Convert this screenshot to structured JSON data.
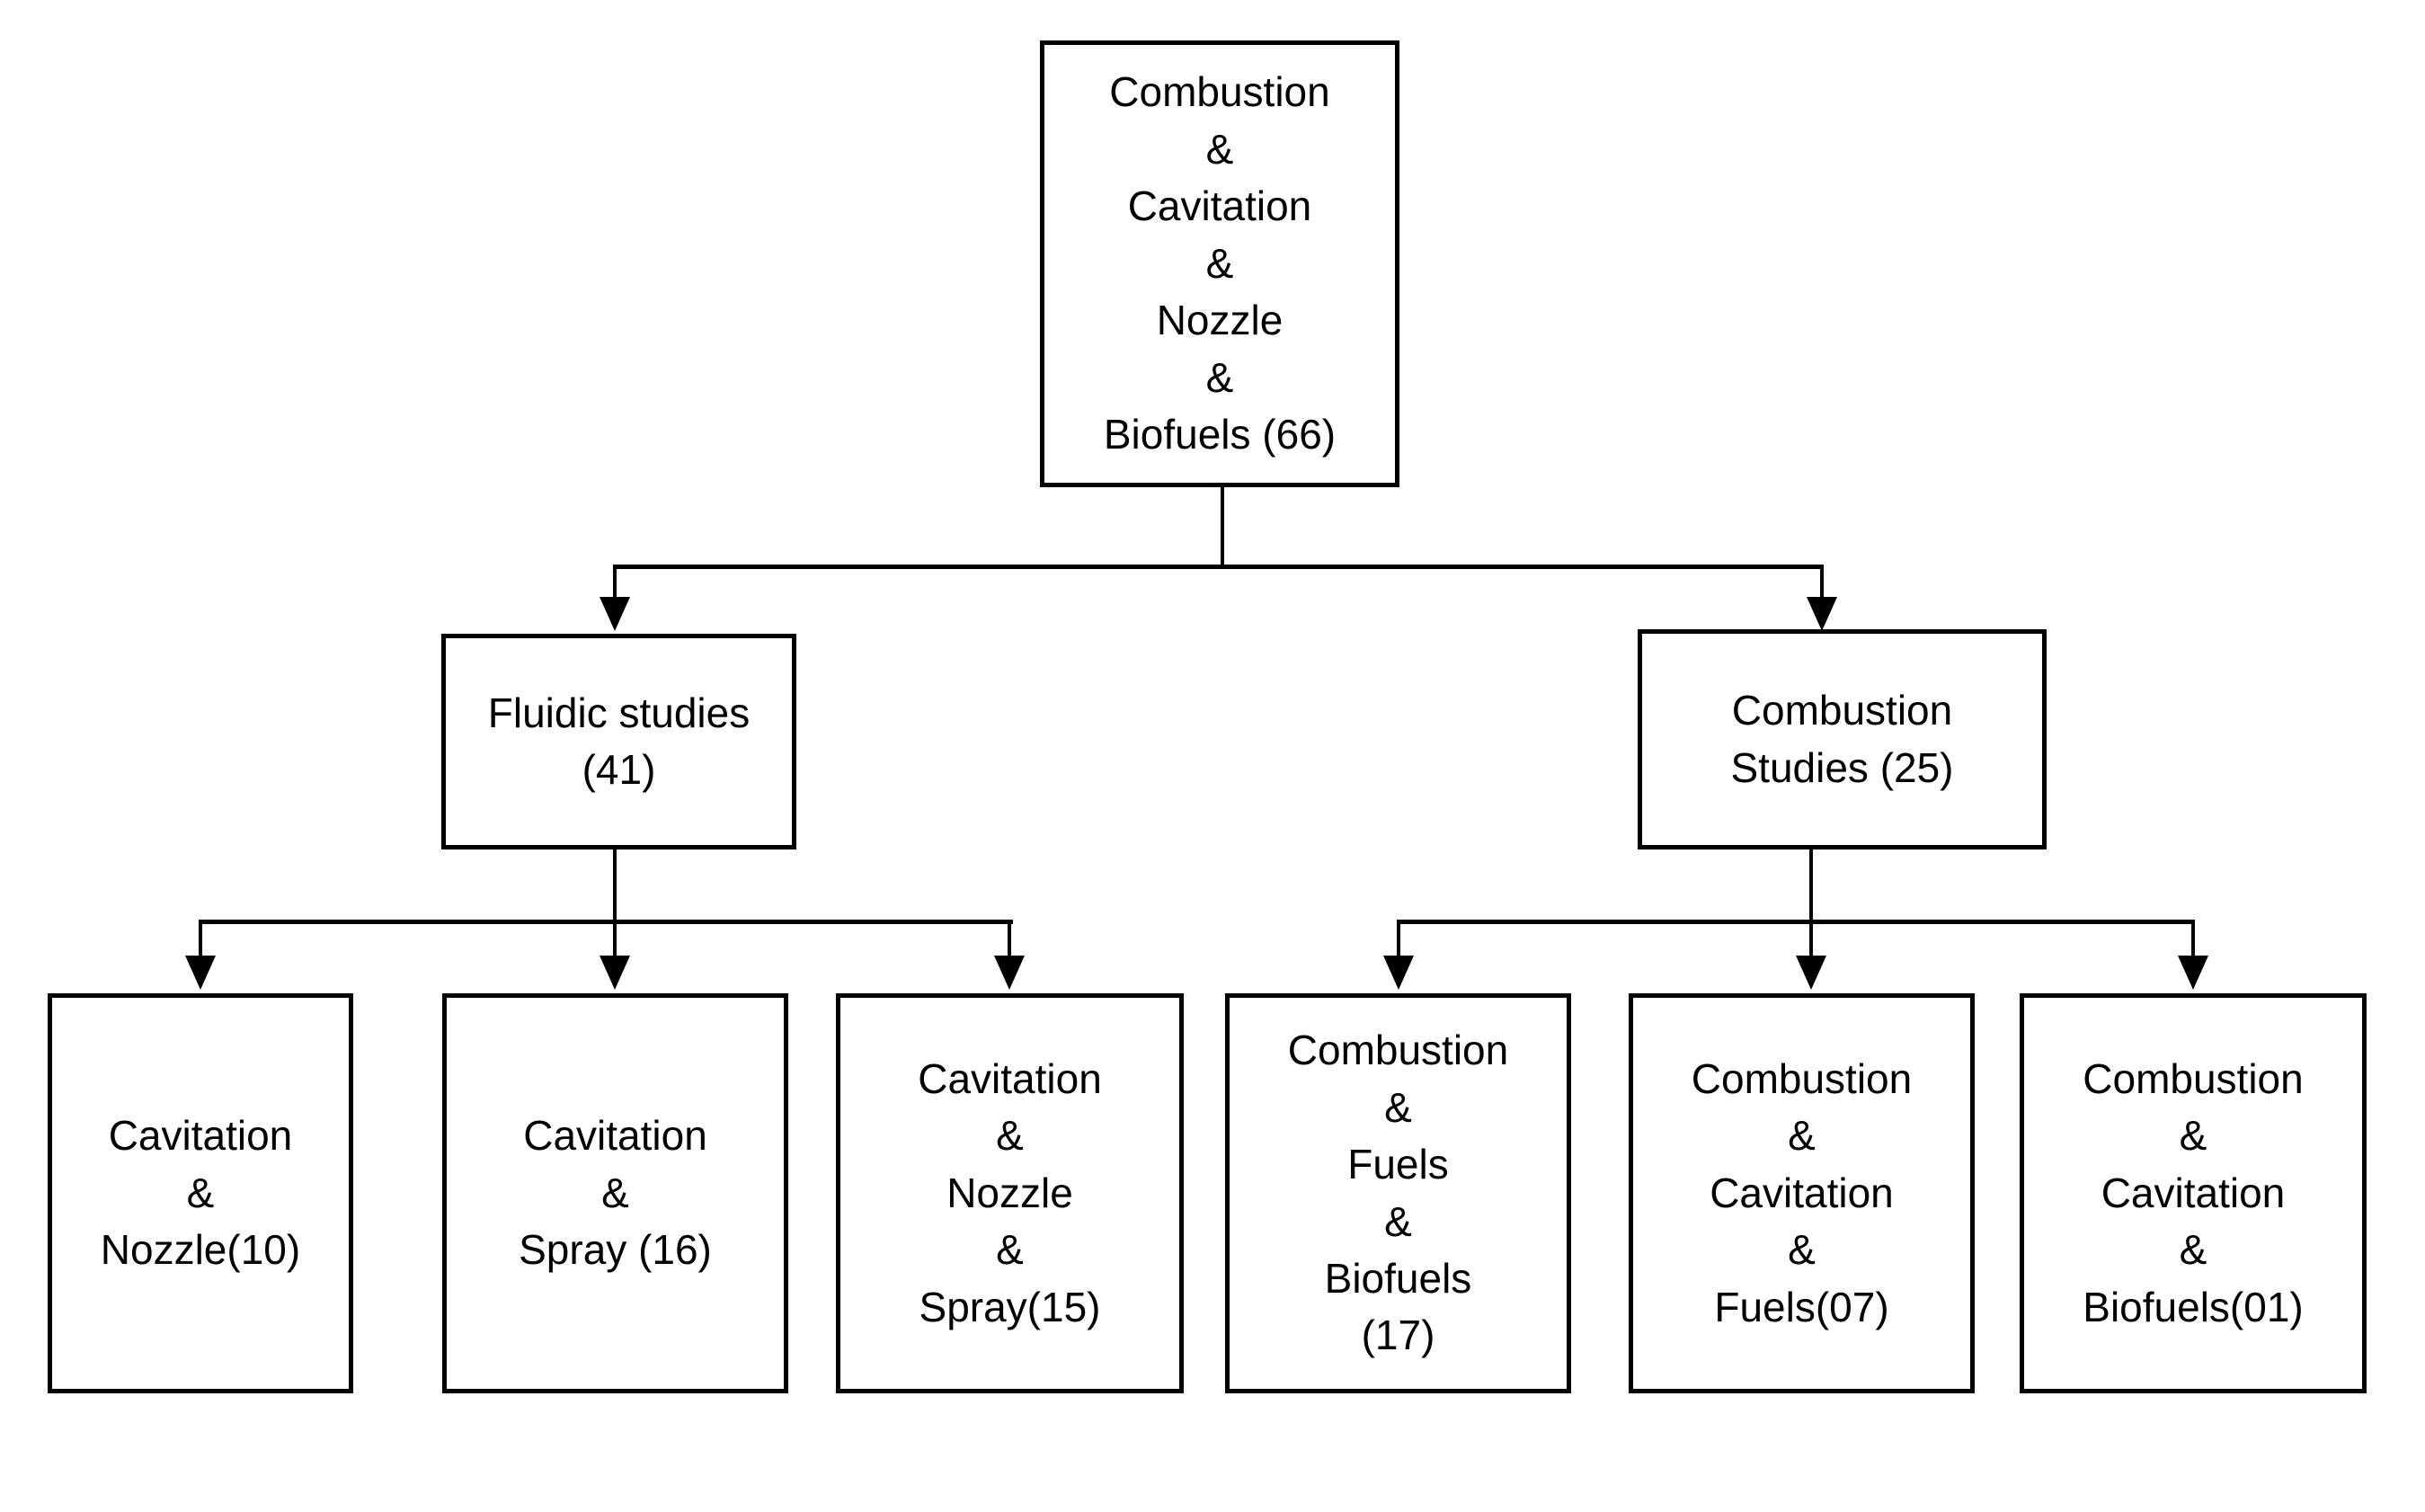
{
  "diagram": {
    "type": "flowchart-tree",
    "background_color": "#ffffff",
    "line_color": "#000000",
    "text_color": "#000000",
    "root": {
      "label": "Combustion\n&\nCavitation\n&\nNozzle\n&\nBiofuels (66)",
      "count": 66
    },
    "level2": [
      {
        "id": "fluidic-studies",
        "label": "Fluidic studies\n(41)",
        "count": 41
      },
      {
        "id": "combustion-studies",
        "label": "Combustion\nStudies (25)",
        "count": 25
      }
    ],
    "level3": [
      {
        "parent": "fluidic-studies",
        "label": "Cavitation\n&\nNozzle(10)",
        "count": 10
      },
      {
        "parent": "fluidic-studies",
        "label": "Cavitation\n&\nSpray (16)",
        "count": 16
      },
      {
        "parent": "fluidic-studies",
        "label": "Cavitation\n&\nNozzle\n&\nSpray(15)",
        "count": 15
      },
      {
        "parent": "combustion-studies",
        "label": "Combustion\n&\nFuels\n&\nBiofuels\n(17)",
        "count": 17
      },
      {
        "parent": "combustion-studies",
        "label": "Combustion\n&\nCavitation\n&\nFuels(07)",
        "count": 7
      },
      {
        "parent": "combustion-studies",
        "label": "Combustion\n&\nCavitation\n&\nBiofuels(01)",
        "count": 1
      }
    ]
  }
}
